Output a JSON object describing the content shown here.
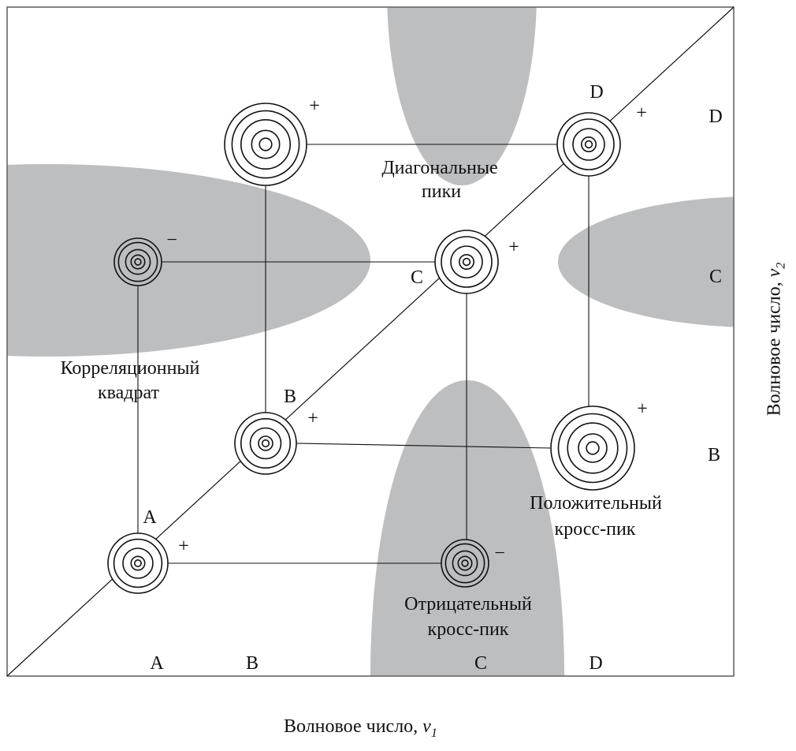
{
  "chart_data": {
    "type": "diagram",
    "title": "",
    "xlabel": "Волновое число, ",
    "xlabel_symbol": "v",
    "xlabel_sub": "1",
    "ylabel": "Волновое число, ",
    "ylabel_symbol": "v",
    "ylabel_sub": "2",
    "x_ticks": [
      "A",
      "B",
      "C",
      "D"
    ],
    "y_ticks": [
      "D",
      "C",
      "B"
    ],
    "diagonal_labels": [
      "A",
      "B",
      "C",
      "D"
    ],
    "peaks": [
      {
        "id": "AA",
        "x": "A",
        "y": "A",
        "type": "diagonal",
        "sign": "+",
        "rings": 4
      },
      {
        "id": "BB",
        "x": "B",
        "y": "B",
        "type": "diagonal",
        "sign": "+",
        "rings": 4
      },
      {
        "id": "CC",
        "x": "C",
        "y": "C",
        "type": "diagonal",
        "sign": "+",
        "rings": 4
      },
      {
        "id": "DD",
        "x": "D",
        "y": "D",
        "type": "diagonal",
        "sign": "+",
        "rings": 4
      },
      {
        "id": "BD",
        "x": "B",
        "y": "D",
        "type": "cross",
        "sign": "+",
        "rings": 5
      },
      {
        "id": "AC",
        "x": "A",
        "y": "C",
        "type": "cross",
        "sign": "−",
        "rings": 5
      },
      {
        "id": "DB",
        "x": "D",
        "y": "B",
        "type": "cross",
        "sign": "+",
        "rings": 5
      },
      {
        "id": "CA",
        "x": "C",
        "y": "A",
        "type": "cross",
        "sign": "−",
        "rings": 5
      }
    ],
    "connections": [
      [
        "BD",
        "DD"
      ],
      [
        "BD",
        "BB"
      ],
      [
        "AC",
        "CC"
      ],
      [
        "AC",
        "AA"
      ],
      [
        "CC",
        "CA"
      ],
      [
        "DD",
        "DB"
      ],
      [
        "BB",
        "DB"
      ],
      [
        "AA",
        "CA"
      ]
    ],
    "annotations": {
      "diagonal_peaks": [
        "Диагональные",
        "пики"
      ],
      "correlation_square": [
        "Корреляционный",
        "квадрат"
      ],
      "positive_cross_peak": [
        "Положительный",
        "кросс-пик"
      ],
      "negative_cross_peak": [
        "Отрицательный",
        "кросс-пик"
      ]
    },
    "colors": {
      "shading": "#bdbec0",
      "line": "#111111",
      "frame": "#666666"
    }
  }
}
